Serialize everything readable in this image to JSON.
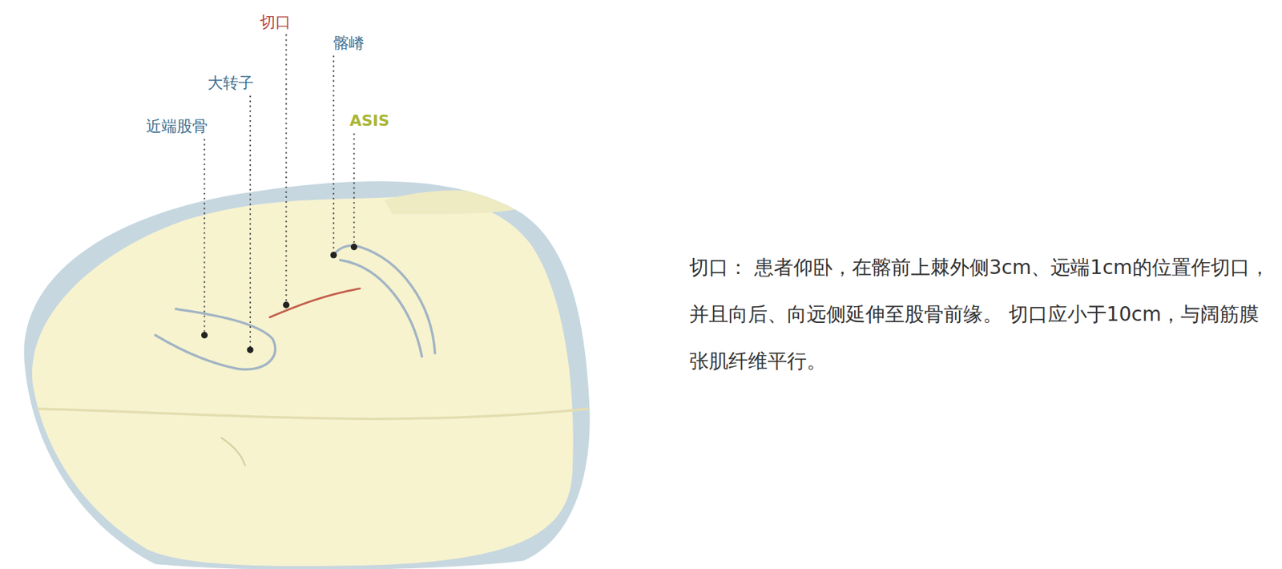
{
  "diagram": {
    "labels": [
      "切口",
      "髂嵴",
      "大转子",
      "近端股骨",
      "ASIS",
      "切口： 患者仰卧，在髂前上棘外侧3cm、远端1cm的位置作切口，并且向后、向远侧延伸至股骨前缘。 切口应小于10cm，与阔筋膜张肌纤维平行。"
    ]
  }
}
